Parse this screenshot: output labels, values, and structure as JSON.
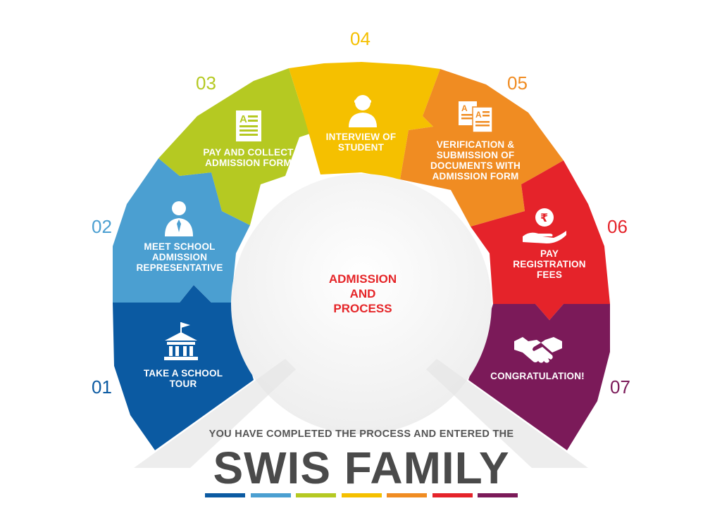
{
  "center_title": [
    "ADMISSION",
    "AND",
    "PROCESS"
  ],
  "tagline": "YOU HAVE COMPLETED THE PROCESS AND ENTERED THE",
  "headline": "SWIS FAMILY",
  "steps": [
    {
      "number": "01",
      "label": [
        "TAKE A SCHOOL",
        "TOUR"
      ],
      "color": "#0b5aa2",
      "icon": "school-building-icon"
    },
    {
      "number": "02",
      "label": [
        "MEET SCHOOL",
        "ADMISSION",
        "REPRESENTATIVE"
      ],
      "color": "#4b9fd1",
      "icon": "representative-icon"
    },
    {
      "number": "03",
      "label": [
        "PAY AND COLLECT",
        "ADMISSION FORM"
      ],
      "color": "#b5c922",
      "icon": "document-icon"
    },
    {
      "number": "04",
      "label": [
        "INTERVIEW OF",
        "STUDENT"
      ],
      "color": "#f5c000",
      "icon": "student-icon"
    },
    {
      "number": "05",
      "label": [
        "VERIFICATION &",
        "SUBMISSION OF",
        "DOCUMENTS WITH",
        "ADMISSION FORM"
      ],
      "color": "#f08c22",
      "icon": "documents-icon"
    },
    {
      "number": "06",
      "label": [
        "PAY",
        "REGISTRATION",
        "FEES"
      ],
      "color": "#e5232a",
      "icon": "rupee-hand-icon"
    },
    {
      "number": "07",
      "label": [
        "CONGRATULATION!"
      ],
      "color": "#7b1a59",
      "icon": "handshake-icon"
    }
  ]
}
